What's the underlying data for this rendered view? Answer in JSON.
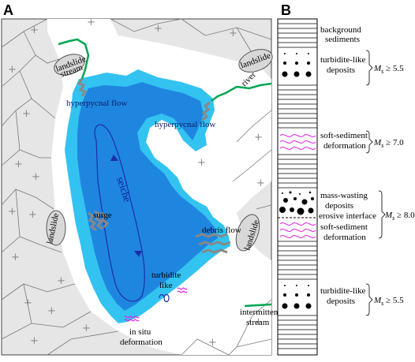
{
  "panel_a": {
    "letter": "A",
    "labels": {
      "landslide_nw": "landslide",
      "stream": "stream",
      "landslide_ne": "landslide",
      "river": "river",
      "hyperpycnal_flow_w": "hyperpycnal flow",
      "hyperpycnal_flow_e": "hyperpycnal flow",
      "seiche": "seiche",
      "surge": "surge",
      "landslide_w": "landslide",
      "debris_flow": "debris flow",
      "landslide_e": "landslide",
      "turbidite_like_1": "turbidite",
      "turbidite_like_2": "like",
      "in_situ_1": "in situ",
      "in_situ_2": "deformation",
      "intermittent_1": "intermittent",
      "intermittent_2": "stream"
    },
    "colors": {
      "shallow_water": "#33c3f0",
      "deep_water": "#1f86e0",
      "land": "#e6e6e6",
      "lines": "#777777",
      "stream": "#00a651",
      "flow_arrow": "#1a2ea8",
      "deformation": "#e020e0"
    }
  },
  "panel_b": {
    "letter": "B",
    "units": {
      "background_1": "background",
      "background_2": "sediments",
      "turbidite_top_1": "turbidite-like",
      "turbidite_top_2": "deposits",
      "soft_top_1": "soft-sediment",
      "soft_top_2": "deformation",
      "mass_1": "mass-wasting",
      "mass_2": "deposits",
      "erosive": "erosive interface",
      "soft_mid_1": "soft-sediment",
      "soft_mid_2": "deformation",
      "turbidite_bot_1": "turbidite-like",
      "turbidite_bot_2": "deposits"
    },
    "magnitudes": {
      "m1_sym": "M",
      "m1_sub": "s",
      "m1_rel": " ≥ 5.5",
      "m2_sym": "M",
      "m2_sub": "s",
      "m2_rel": " ≥ 7.0",
      "m3_sym": "M",
      "m3_sub": "s",
      "m3_rel": " ≥ 8.0",
      "m4_sym": "M",
      "m4_sub": "s",
      "m4_rel": " ≥ 5.5"
    }
  }
}
